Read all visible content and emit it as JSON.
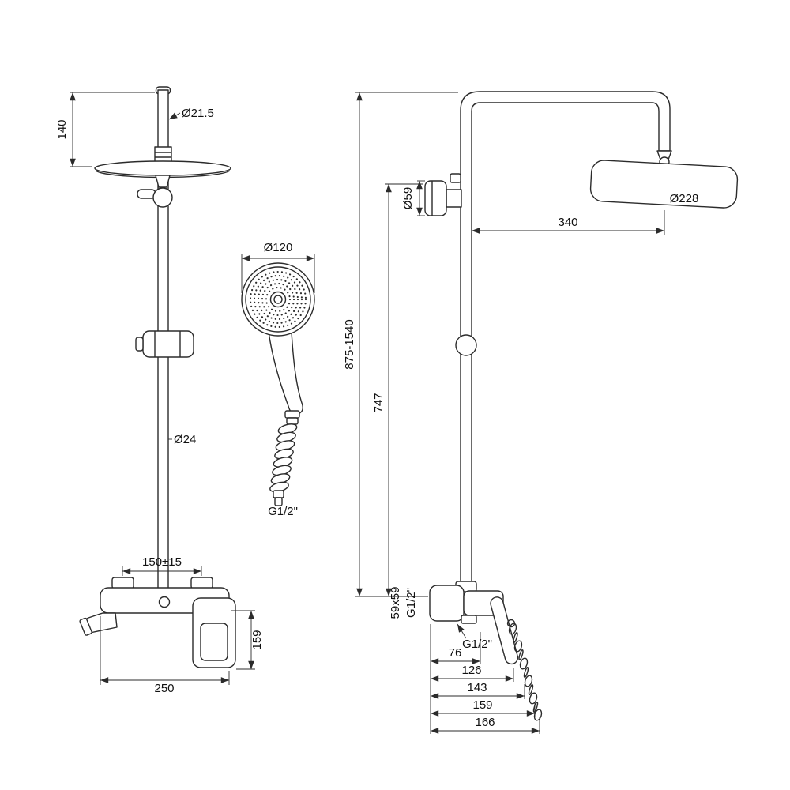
{
  "front_view": {
    "pipe_top_dia": "Ø21.5",
    "head_offset": "140",
    "pipe_dia": "Ø24",
    "inlet_spacing": "150±15",
    "spout_drop": "159",
    "body_width": "250"
  },
  "hand_shower": {
    "head_dia": "Ø120",
    "hose_thread": "G1/2\""
  },
  "side_view": {
    "mount_dia": "Ø59",
    "head_dia": "Ø228",
    "arm_reach": "340",
    "total_height": "875-1540",
    "riser_height": "747",
    "escutcheon_size": "59x59",
    "wall_thread": "G1/2\"",
    "outlet_thread": "G1/2\"",
    "dim_76": "76",
    "dim_126": "126",
    "dim_143": "143",
    "dim_159": "159",
    "dim_166": "166"
  }
}
